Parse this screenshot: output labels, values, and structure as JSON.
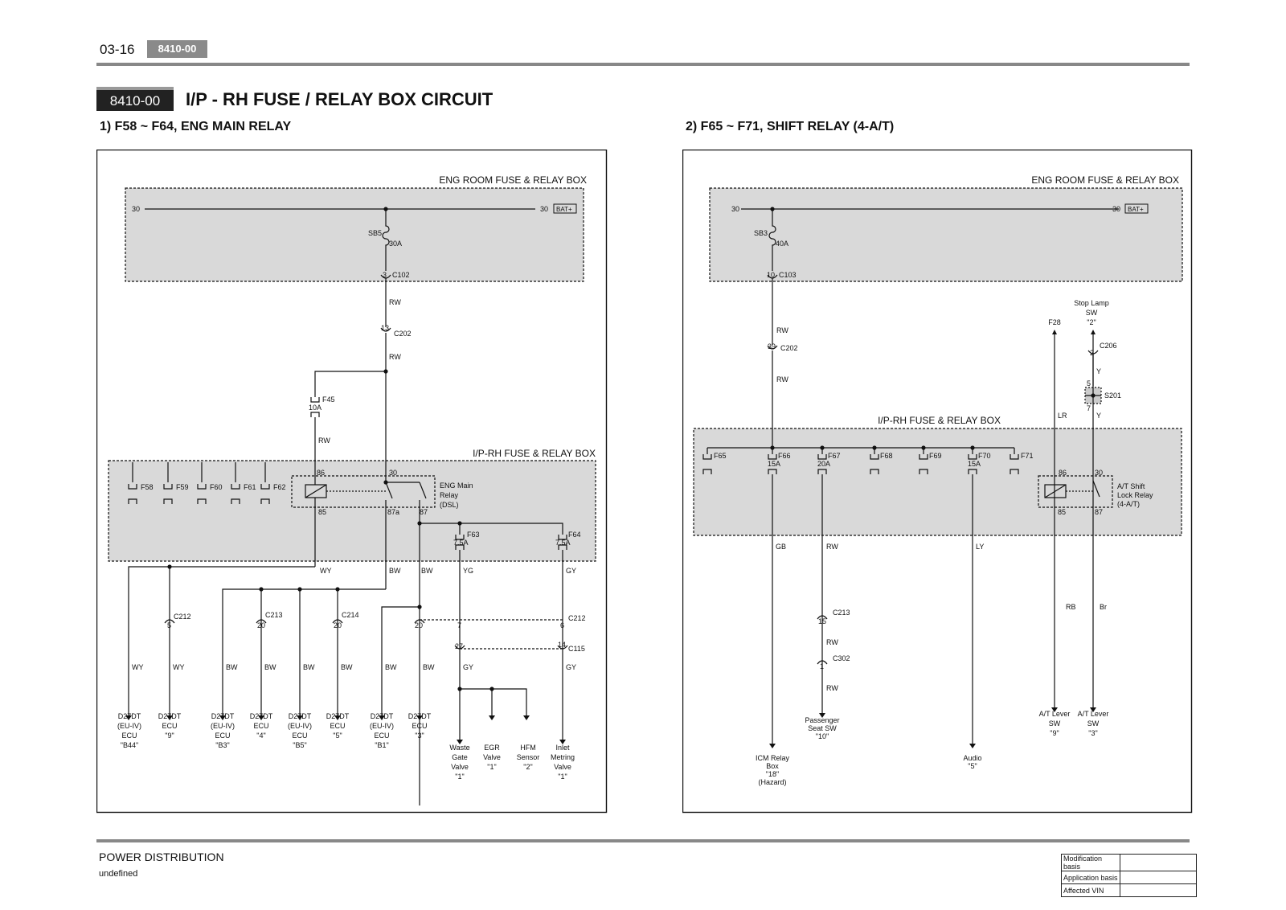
{
  "header": {
    "page_number": "03-16",
    "code": "8410-00"
  },
  "section": {
    "code": "8410-00",
    "title": "I/P - RH FUSE / RELAY BOX CIRCUIT"
  },
  "diagram1": {
    "subtitle": "1) F58 ~ F64, ENG MAIN RELAY",
    "eng_box_label": "ENG ROOM FUSE & RELAY BOX",
    "ip_box_label": "I/P-RH FUSE & RELAY BOX",
    "bus_left": "30",
    "bus_right": "30",
    "bat": "BAT+",
    "sb_name": "SB5",
    "sb_rating": "30A",
    "conn1_pin": "3",
    "conn1_name": "C102",
    "wire_rw": "RW",
    "conn2_pin": "13",
    "conn2_name": "C202",
    "f45_name": "F45",
    "f45_rating": "10A",
    "fuses": [
      "F58",
      "F59",
      "F60",
      "F61",
      "F62"
    ],
    "relay_pins": {
      "p86": "86",
      "p30": "30",
      "p85": "85",
      "p87a": "87a",
      "p87": "87"
    },
    "relay_label": [
      "ENG Main",
      "Relay",
      "(DSL)"
    ],
    "f63_name": "F63",
    "f63_rating": "7.5A",
    "f64_name": "F64",
    "f64_rating": "7.5A",
    "wire_colors": {
      "wy": "WY",
      "bw": "BW",
      "yg": "YG",
      "gy": "GY"
    },
    "connectors": {
      "c212_a_pin": "5",
      "c212_a": "C212",
      "c213_pin": "20",
      "c213": "C213",
      "c214_pin": "20",
      "c214": "C214",
      "c212_b_pin": "20",
      "c212_b_pin2": "7",
      "c212_b_pin3": "6",
      "c212_b": "C212",
      "c115_pin": "27",
      "c115_pin2": "14",
      "c115": "C115"
    },
    "loads": [
      [
        "D27DT",
        "(EU-IV)",
        "ECU",
        "\"B44\""
      ],
      [
        "D27DT",
        "ECU",
        "\"9\""
      ],
      [
        "D27DT",
        "(EU-IV)",
        "ECU",
        "\"B3\""
      ],
      [
        "D27DT",
        "ECU",
        "\"4\""
      ],
      [
        "D27DT",
        "(EU-IV)",
        "ECU",
        "\"B5\""
      ],
      [
        "D27DT",
        "ECU",
        "\"5\""
      ],
      [
        "D27DT",
        "(EU-IV)",
        "ECU",
        "\"B1\""
      ],
      [
        "D27DT",
        "ECU",
        "\"3\""
      ],
      [
        "Waste",
        "Gate",
        "Valve",
        "\"1\""
      ],
      [
        "EGR",
        "Valve",
        "\"1\""
      ],
      [
        "HFM",
        "Sensor",
        "\"2\""
      ],
      [
        "Inlet",
        "Metring",
        "Valve",
        "\"1\""
      ]
    ]
  },
  "diagram2": {
    "subtitle": "2) F65 ~ F71, SHIFT RELAY (4-A/T)",
    "eng_box_label": "ENG ROOM FUSE & RELAY BOX",
    "ip_box_label": "I/P-RH FUSE & RELAY BOX",
    "bus_left": "30",
    "bus_right": "30",
    "bat": "BAT+",
    "sb_name": "SB3",
    "sb_rating": "40A",
    "conn1_pin": "10",
    "conn1_name": "C103",
    "wire_rw": "RW",
    "conn2_pin": "39",
    "conn2_name": "C202",
    "fuses": [
      "F65",
      "F66",
      "F67",
      "F68",
      "F69",
      "F70",
      "F71"
    ],
    "fuse_ratings": {
      "F66": "15A",
      "F67": "20A",
      "F70": "15A"
    },
    "stop_lamp": [
      "Stop Lamp",
      "SW",
      "\"2\""
    ],
    "f28": "F28",
    "c206_pin": "2",
    "c206": "C206",
    "s201": "S201",
    "s201_pin_top": "5",
    "s201_pin_bottom": "7",
    "wire_colors": {
      "y": "Y",
      "lr": "LR",
      "gb": "GB",
      "ly": "LY",
      "rb": "RB",
      "br": "Br"
    },
    "relay_pins": {
      "p86": "86",
      "p30": "30",
      "p85": "85",
      "p87": "87"
    },
    "relay_label": [
      "A/T Shift",
      "Lock Relay",
      "(4-A/T)"
    ],
    "c213_pin": "15",
    "c213": "C213",
    "c302_pin": "1",
    "c302": "C302",
    "loads": {
      "icm": [
        "ICM Relay",
        "Box",
        "\"18\"",
        "(Hazard)"
      ],
      "seat": [
        "Passenger",
        "Seat SW",
        "\"10\""
      ],
      "audio": [
        "Audio",
        "\"5\""
      ],
      "atl9": [
        "A/T Lever",
        "SW",
        "\"9\""
      ],
      "atl3": [
        "A/T Lever",
        "SW",
        "\"3\""
      ]
    }
  },
  "footer": {
    "title": "POWER DISTRIBUTION",
    "subtitle": "undefined",
    "table": [
      "Modification basis",
      "Application basis",
      "Affected VIN"
    ]
  }
}
